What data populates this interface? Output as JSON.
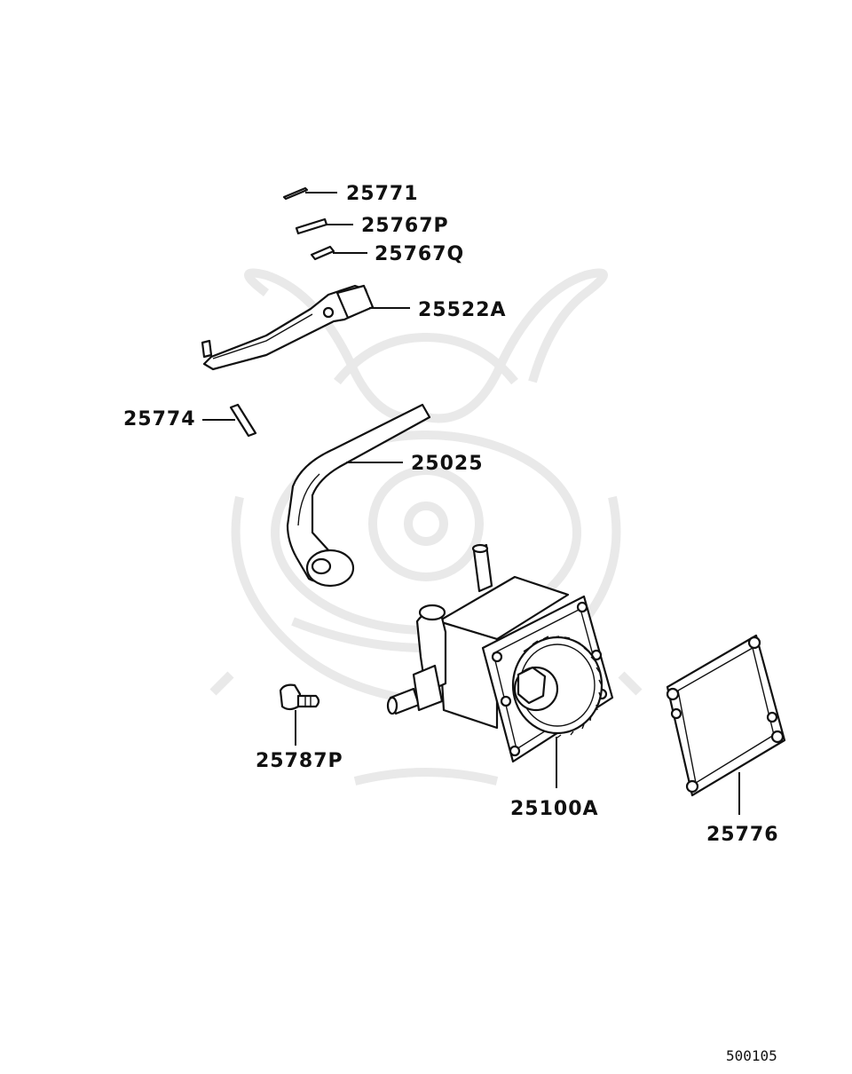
{
  "labels": {
    "p25771": "25771",
    "p25767P": "25767P",
    "p25767Q": "25767Q",
    "p25522A": "25522A",
    "p25774": "25774",
    "p25025": "25025",
    "p25787P": "25787P",
    "p25100A": "25100A",
    "p25776": "25776"
  },
  "footer": {
    "ref_code": "500105"
  },
  "colors": {
    "line": "#111111",
    "watermark": "#e9e9e9",
    "background": "#ffffff"
  }
}
